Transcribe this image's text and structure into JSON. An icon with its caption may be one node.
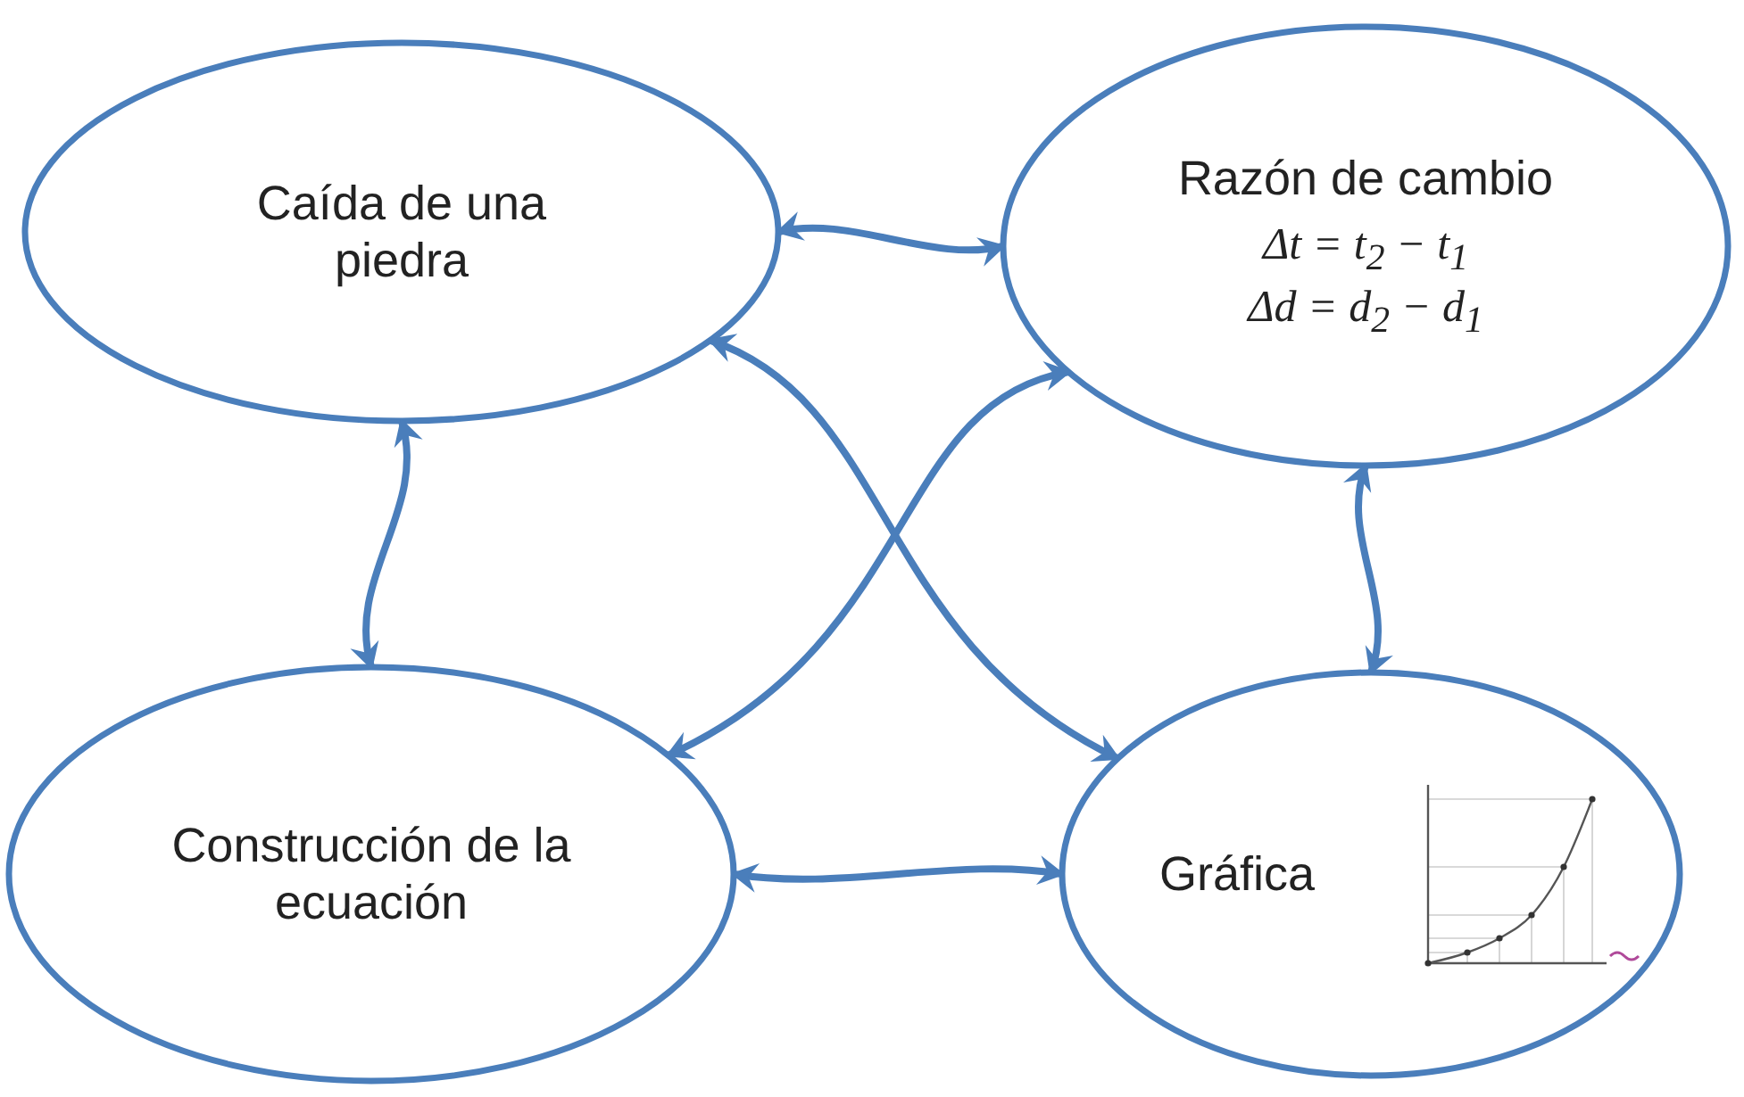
{
  "diagram": {
    "nodes": [
      {
        "text": [
          "Caída de una piedra"
        ]
      },
      {
        "text": [
          "Razón de cambio",
          "Δt = t$_{2}$ − t$_{1}$",
          "Δd = d$_{2}$ − d$_{1}$"
        ]
      },
      {
        "text": [
          "Construcción de la ecuación"
        ]
      },
      {
        "text": [
          "Gráfica"
        ]
      }
    ],
    "edges": [
      {
        "from": 0,
        "to": 1,
        "arrow": "both"
      },
      {
        "from": 0,
        "to": 2,
        "arrow": "both"
      },
      {
        "from": 0,
        "to": 3,
        "arrow": "both"
      },
      {
        "from": 1,
        "to": 2,
        "arrow": "both"
      },
      {
        "from": 1,
        "to": 3,
        "arrow": "both"
      },
      {
        "from": 2,
        "to": 3,
        "arrow": "both"
      }
    ]
  }
}
